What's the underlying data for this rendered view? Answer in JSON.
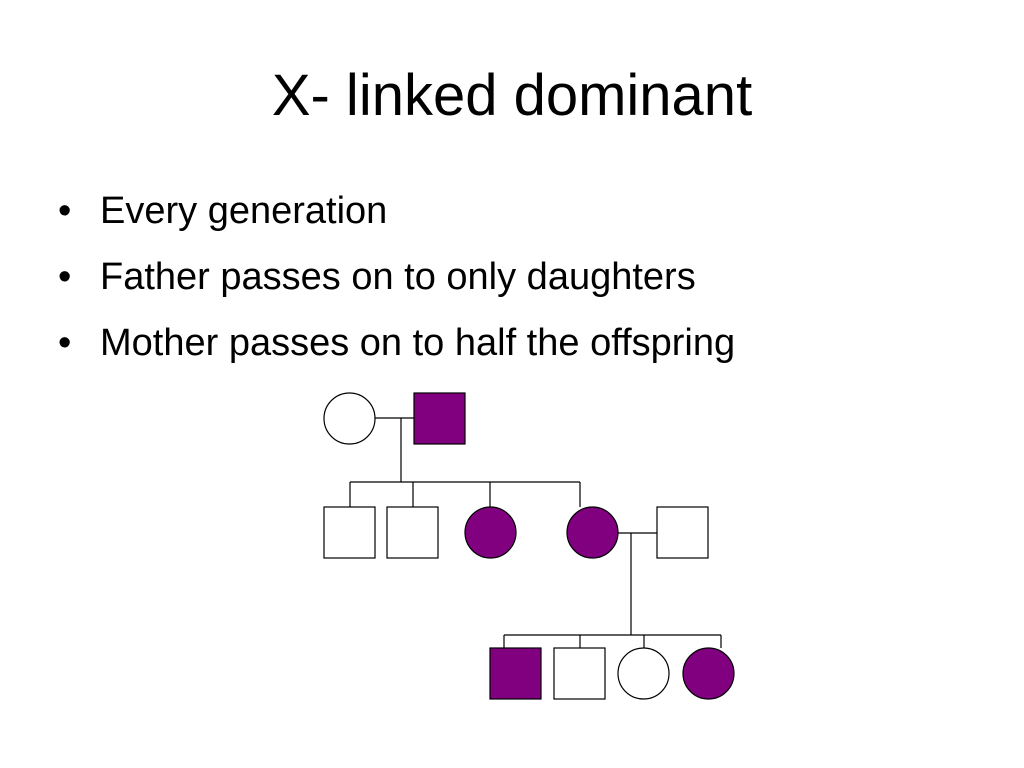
{
  "slide": {
    "title": "X- linked dominant",
    "bullet_glyph": "•",
    "bullets": [
      "Every generation",
      "Father passes on to only daughters",
      "Mother passes on to half the offspring"
    ]
  },
  "pedigree": {
    "affected_color": "#800080",
    "unaffected_color": "#ffffff",
    "generation_1": [
      {
        "sex": "female",
        "affected": false
      },
      {
        "sex": "male",
        "affected": true
      }
    ],
    "generation_2": [
      {
        "sex": "male",
        "affected": false
      },
      {
        "sex": "male",
        "affected": false
      },
      {
        "sex": "female",
        "affected": true
      },
      {
        "sex": "female",
        "affected": true
      },
      {
        "sex": "male",
        "affected": false,
        "role": "spouse"
      }
    ],
    "generation_3": [
      {
        "sex": "male",
        "affected": true
      },
      {
        "sex": "male",
        "affected": false
      },
      {
        "sex": "female",
        "affected": false
      },
      {
        "sex": "female",
        "affected": true
      }
    ]
  }
}
